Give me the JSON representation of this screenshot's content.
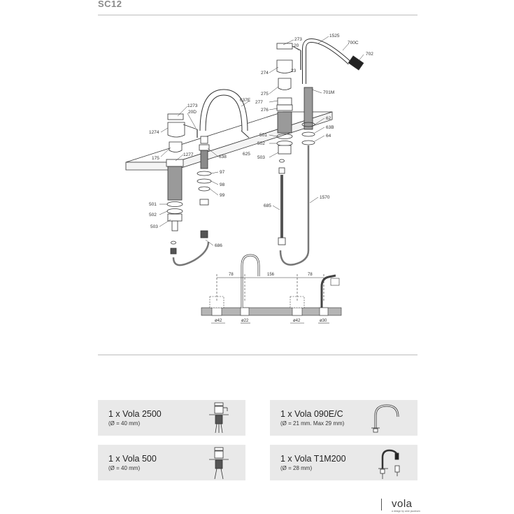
{
  "header": {
    "title": "SC12"
  },
  "diagram": {
    "callouts": {
      "c273": "273",
      "c20": "20",
      "c1525": "1525",
      "c700c": "700C",
      "c702": "702",
      "c274": "274",
      "c23": "23",
      "c275": "275",
      "c277": "277",
      "c276": "276",
      "c637e": "637E",
      "c701m": "701M",
      "c1273": "1273",
      "c20d": "20D",
      "c1274": "1274",
      "c62": "62",
      "c63b": "63B",
      "c64": "64",
      "c501r": "501",
      "c502r": "502",
      "c503r": "503",
      "c625": "625",
      "c175": "175",
      "c1277": "1277",
      "c638": "638",
      "c97": "97",
      "c98": "98",
      "c99": "99",
      "c685": "685",
      "c1570": "1570",
      "c501l": "501",
      "c502l": "502",
      "c503l": "503",
      "c686": "686"
    },
    "dimensions": {
      "d78a": "78",
      "d156": "156",
      "d78b": "78",
      "dia42a": "ø42",
      "dia22": "ø22",
      "dia42b": "ø42",
      "dia30": "ø30"
    }
  },
  "products": [
    {
      "name": "1 x Vola 2500",
      "spec": "(Ø = 40 mm)",
      "icon": "mixer-handle-icon"
    },
    {
      "name": "1 x Vola 090E/C",
      "spec": "(Ø = 21 mm. Max 29 mm)",
      "icon": "spout-icon"
    },
    {
      "name": "1 x Vola 500",
      "spec": "(Ø = 40 mm)",
      "icon": "valve-handle-icon"
    },
    {
      "name": "1 x Vola T1M200",
      "spec": "(Ø = 28 mm)",
      "icon": "hand-shower-icon"
    }
  ],
  "brand": {
    "logo": "vola",
    "tagline": "a design by arne jacobsen"
  }
}
